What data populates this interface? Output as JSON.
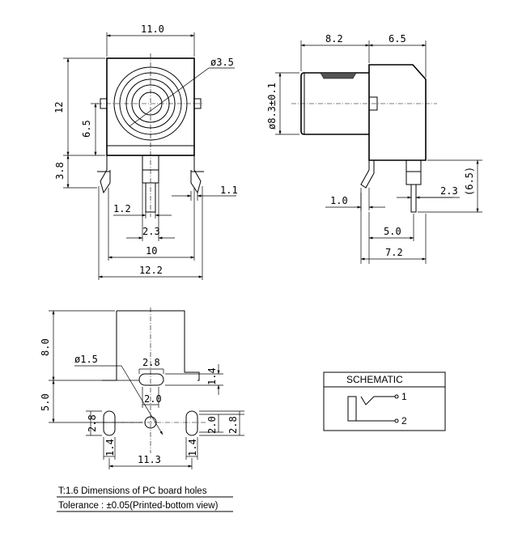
{
  "front_view": {
    "width_top": "11.0",
    "hole_dia": "ø3.5",
    "height": "12",
    "center_height": "6.5",
    "pin_len": "3.8",
    "pin_thk": "1.1",
    "pin_w": "1.2",
    "pin_span": "2.3",
    "pin_pitch": "10",
    "overall_w": "12.2"
  },
  "side_view": {
    "len_a": "8.2",
    "len_b": "6.5",
    "barrel_dia": "ø8.3±0.1",
    "pin_w": "1.0",
    "pin_gap": "2.3",
    "ref_h": "(6.5)",
    "span_a": "5.0",
    "span_b": "7.2"
  },
  "pcb_view": {
    "height_a": "8.0",
    "height_b": "5.0",
    "hole_dia": "ø1.5",
    "slot_len": "2.8",
    "slot_w": "1.4",
    "slot_inner": "2.0",
    "side_slot_len": "2.8",
    "side_slot_w": "1.4",
    "side_inner": "2.0",
    "side_outer": "2.8",
    "pitch": "11.3",
    "pad_w": "1.4",
    "side_right_w": "1.4"
  },
  "schematic": {
    "title": "SCHEMATIC",
    "pin1": "1",
    "pin2": "2"
  },
  "notes": {
    "line1": "T:1.6 Dimensions of PC board holes",
    "line2": "Tolerance : ±0.05(Printed-bottom view)"
  }
}
